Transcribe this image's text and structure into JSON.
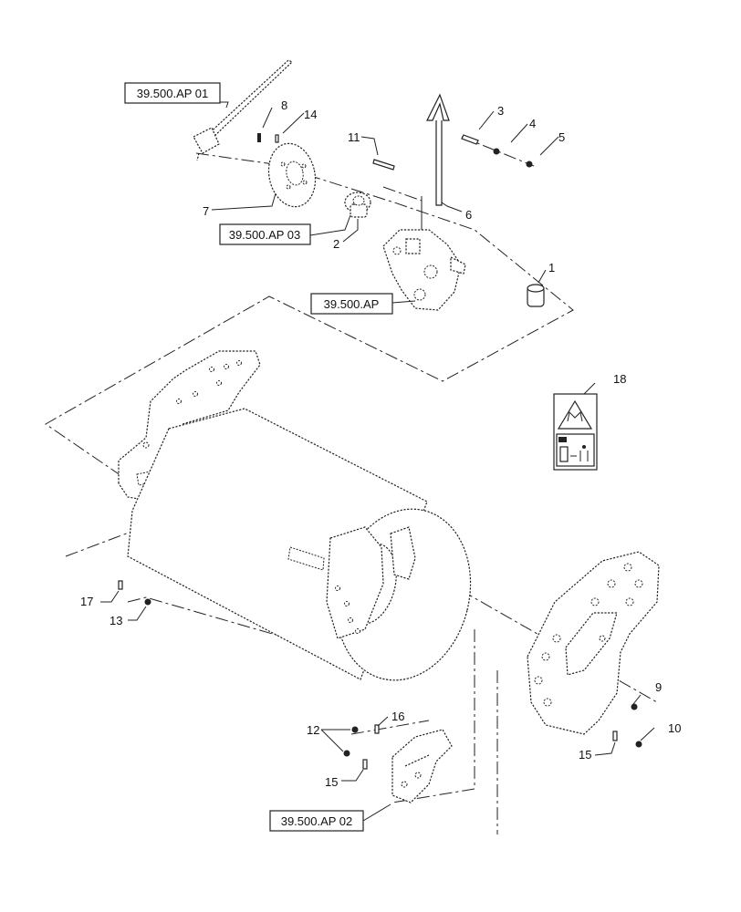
{
  "references": {
    "r1": "39.500.AP 01",
    "r2": "39.500.AP 03",
    "r3": "39.500.AP",
    "r4": "39.500.AP 02"
  },
  "callouts": {
    "c1": "1",
    "c2": "2",
    "c3": "3",
    "c4": "4",
    "c5": "5",
    "c6": "6",
    "c7": "7",
    "c8": "8",
    "c9": "9",
    "c10": "10",
    "c11": "11",
    "c12": "12",
    "c13": "13",
    "c14": "14",
    "c15a": "15",
    "c15b": "15",
    "c16": "16",
    "c17": "17",
    "c18": "18"
  }
}
